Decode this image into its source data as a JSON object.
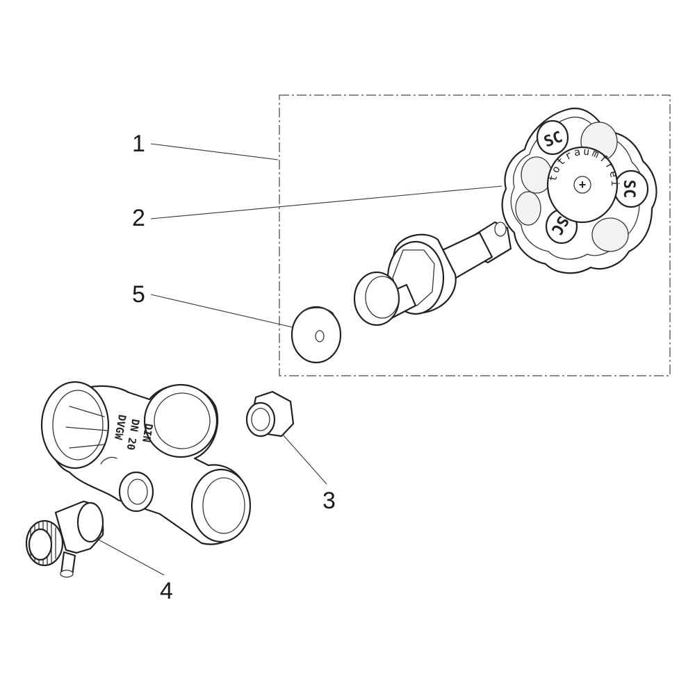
{
  "callouts": [
    {
      "num": "1",
      "part": "valve-upper-assembly"
    },
    {
      "num": "2",
      "part": "handwheel"
    },
    {
      "num": "5",
      "part": "valve-disc"
    },
    {
      "num": "3",
      "part": "plug"
    },
    {
      "num": "4",
      "part": "drain-valve"
    }
  ],
  "handwheel": {
    "logo_text": "SC",
    "cap_text": "totraumfrei",
    "cap_symbol": "+"
  },
  "valve_body": {
    "markings": [
      "DIN",
      "DN 20",
      "DVGW"
    ]
  }
}
